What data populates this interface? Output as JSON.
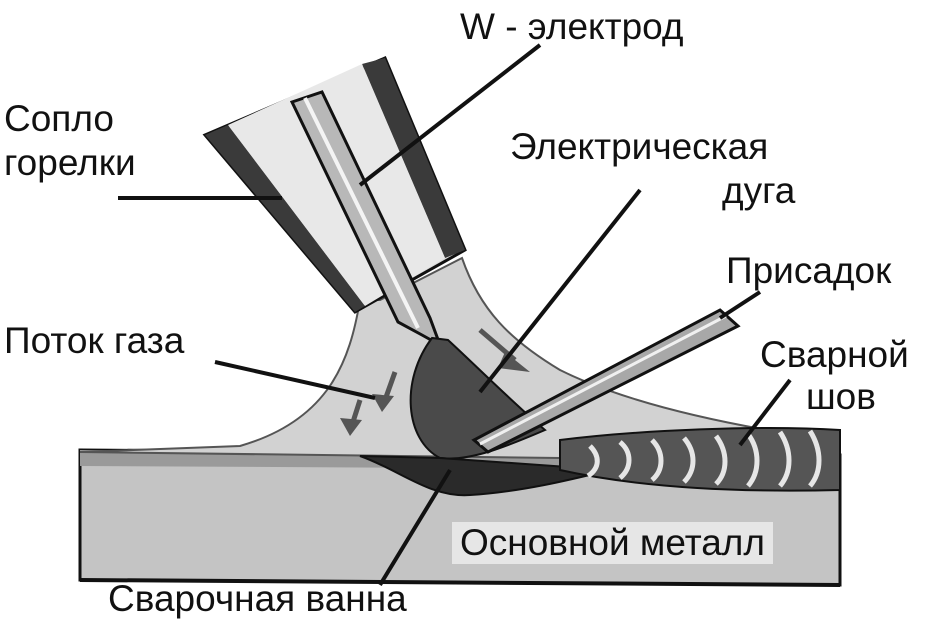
{
  "labels": {
    "electrode": "W - электрод",
    "nozzle_line1": "Сопло",
    "nozzle_line2": "горелки",
    "arc_line1": "Электрическая",
    "arc_line2": "дуга",
    "filler": "Присадок",
    "seam_line1": "Сварной",
    "seam_line2": "шов",
    "gas_flow": "Поток газа",
    "base_metal": "Основной металл",
    "weld_pool": "Сварочная ванна"
  },
  "colors": {
    "outline": "#111111",
    "nozzle_fill": "#dcdcdc",
    "nozzle_band": "#3a3a3a",
    "gas_fill": "#d2d2d2",
    "metal_fill": "#c4c4c4",
    "metal_top": "#9a9a9a",
    "electrode_fill": "#b8b8b8",
    "pool_fill": "#2a2a2a",
    "seam_fill": "#555555"
  }
}
